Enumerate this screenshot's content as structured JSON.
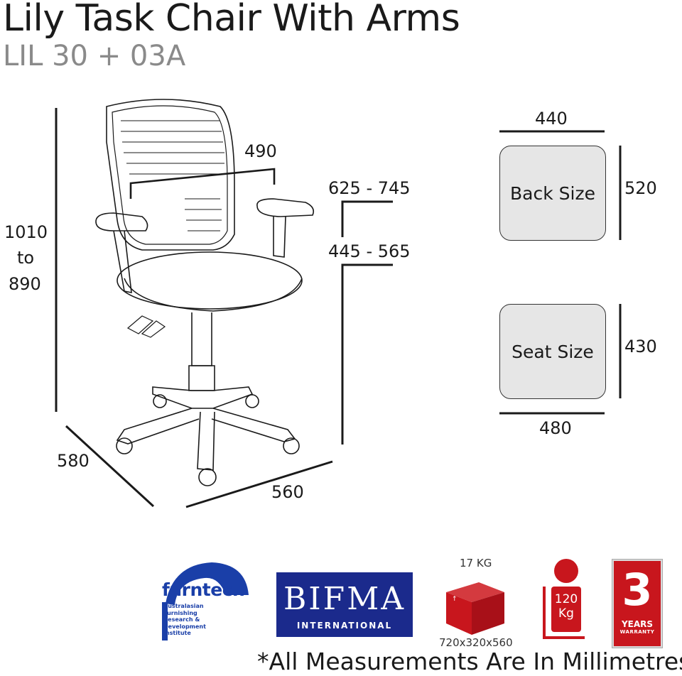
{
  "header": {
    "title": "Lily Task Chair With Arms",
    "model_code": "LIL 30 + 03A"
  },
  "dimensions": {
    "height_top": "1010",
    "height_to": "to",
    "height_bottom": "890",
    "arm_width": "490",
    "arm_height": "625 - 745",
    "seat_height": "445 - 565",
    "depth": "580",
    "width": "560"
  },
  "back": {
    "label": "Back Size",
    "width": "440",
    "height": "520"
  },
  "seat": {
    "label": "Seat Size",
    "width": "480",
    "height": "430"
  },
  "badges": {
    "furntech": {
      "name": "furntech",
      "lines": [
        "Australasian",
        "Furnishing",
        "Research &",
        "Development",
        "Institute"
      ]
    },
    "bifma": {
      "name": "BIFMA",
      "sub": "INTERNATIONAL"
    },
    "weight": {
      "label": "17 KG",
      "box_size": "720x320x560"
    },
    "load": {
      "value": "120",
      "unit": "Kg"
    },
    "warranty": {
      "number": "3",
      "line1": "YEARS",
      "line2": "WARRANTY"
    }
  },
  "footnote": "*All Measurements Are In Millimetres",
  "colors": {
    "brand_red": "#c8161d",
    "bifma_blue": "#1b2a8c",
    "furntech_blue": "#1a3fa8",
    "box_fill": "#e6e6e6"
  }
}
